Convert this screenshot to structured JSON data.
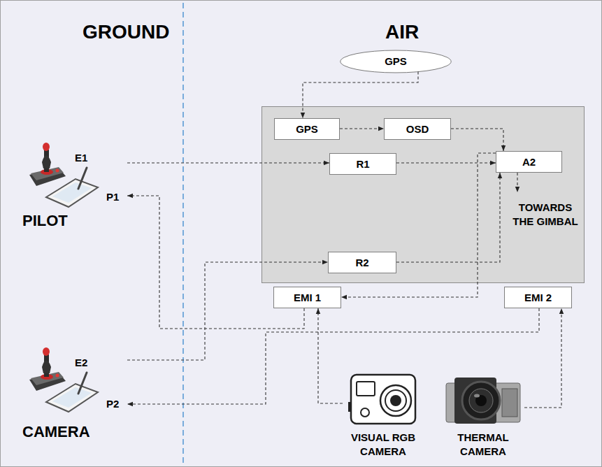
{
  "diagram": {
    "nodes": [
      {
        "text": [
          "GPS"
        ]
      },
      {
        "text": [
          "TOWARDS THE GIMBAL"
        ]
      },
      {
        "text": [
          "GPS"
        ],
        "in": 1
      },
      {
        "text": [
          "OSD"
        ],
        "in": 1
      },
      {
        "text": [
          "R1"
        ],
        "in": 1
      },
      {
        "text": [
          "A2"
        ],
        "in": 1
      },
      {
        "text": [
          "R2"
        ],
        "in": 1
      },
      {
        "text": [
          "EMI 1"
        ]
      },
      {
        "text": [
          "EMI 2"
        ]
      },
      {
        "text": [
          "E1",
          "P1",
          "PILOT"
        ]
      },
      {
        "text": [
          "E2",
          "P2",
          "CAMERA"
        ]
      },
      {
        "text": [
          "VISUAL RGB CAMERA"
        ]
      },
      {
        "text": [
          "THERMAL CAMERA"
        ]
      }
    ],
    "edges": [
      {
        "from": 0,
        "to": 2,
        "arrow": "to"
      },
      {
        "from": 2,
        "to": 3,
        "arrow": "to"
      },
      {
        "from": 3,
        "to": 5,
        "arrow": "to"
      },
      {
        "from": 9,
        "to": 4,
        "arrow": "to"
      },
      {
        "from": 4,
        "to": 5,
        "arrow": "to"
      },
      {
        "from": 5,
        "to": 1,
        "arrow": "to"
      },
      {
        "from": 10,
        "to": 6,
        "arrow": "to"
      },
      {
        "from": 6,
        "to": 5,
        "arrow": "to"
      },
      {
        "from": 5,
        "to": 7,
        "arrow": "to"
      },
      {
        "from": 7,
        "to": 9,
        "arrow": "to"
      },
      {
        "from": 11,
        "to": 7,
        "arrow": "to"
      },
      {
        "from": 12,
        "to": 8,
        "arrow": "to"
      },
      {
        "from": 8,
        "to": 10,
        "arrow": "to"
      }
    ],
    "labels": [
      "GROUND",
      "AIR"
    ]
  }
}
